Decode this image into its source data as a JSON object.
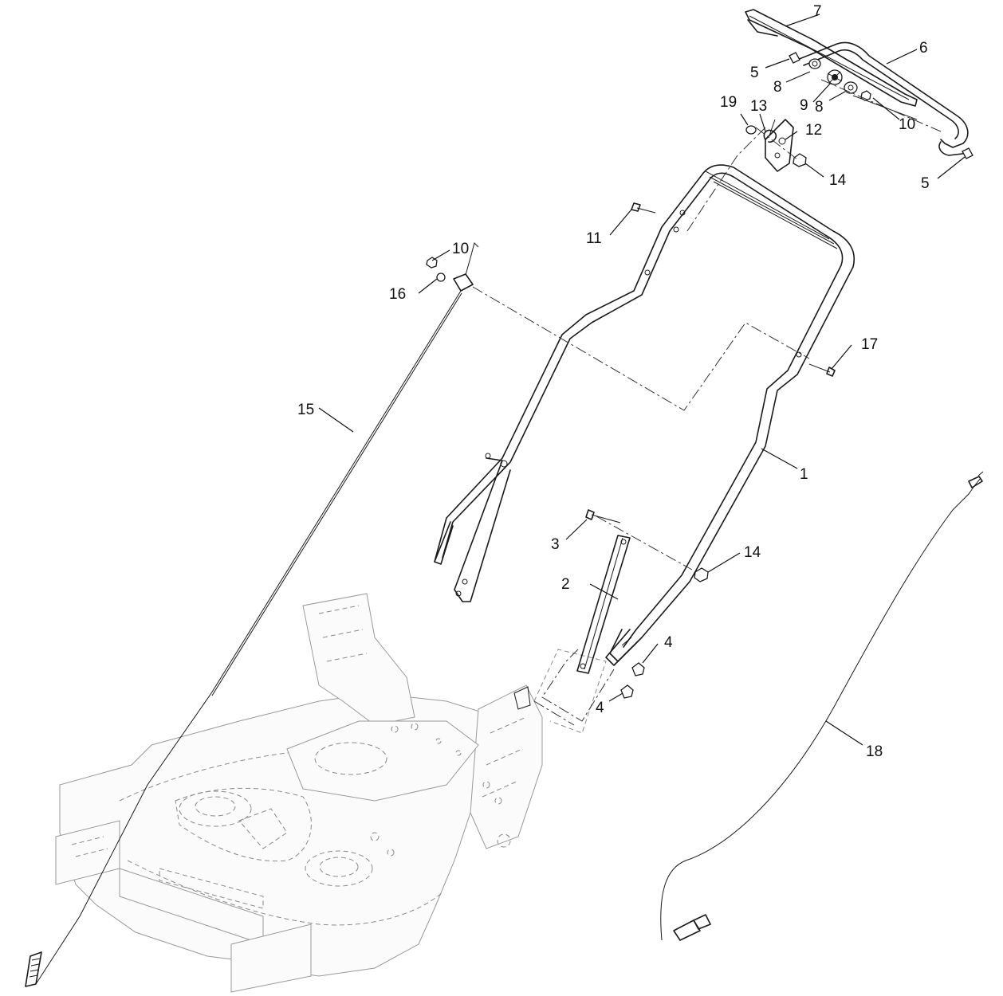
{
  "callouts": [
    {
      "id": "c1",
      "text": "1"
    },
    {
      "id": "c2",
      "text": "2"
    },
    {
      "id": "c3",
      "text": "3"
    },
    {
      "id": "c4a",
      "text": "4"
    },
    {
      "id": "c4b",
      "text": "4"
    },
    {
      "id": "c5a",
      "text": "5"
    },
    {
      "id": "c5b",
      "text": "5"
    },
    {
      "id": "c6",
      "text": "6"
    },
    {
      "id": "c7",
      "text": "7"
    },
    {
      "id": "c8a",
      "text": "8"
    },
    {
      "id": "c8b",
      "text": "8"
    },
    {
      "id": "c9",
      "text": "9"
    },
    {
      "id": "c10a",
      "text": "10"
    },
    {
      "id": "c10b",
      "text": "10"
    },
    {
      "id": "c11",
      "text": "11"
    },
    {
      "id": "c12",
      "text": "12"
    },
    {
      "id": "c13",
      "text": "13"
    },
    {
      "id": "c14a",
      "text": "14"
    },
    {
      "id": "c14b",
      "text": "14"
    },
    {
      "id": "c15",
      "text": "15"
    },
    {
      "id": "c16",
      "text": "16"
    },
    {
      "id": "c17",
      "text": "17"
    },
    {
      "id": "c18",
      "text": "18"
    },
    {
      "id": "c19",
      "text": "19"
    }
  ]
}
